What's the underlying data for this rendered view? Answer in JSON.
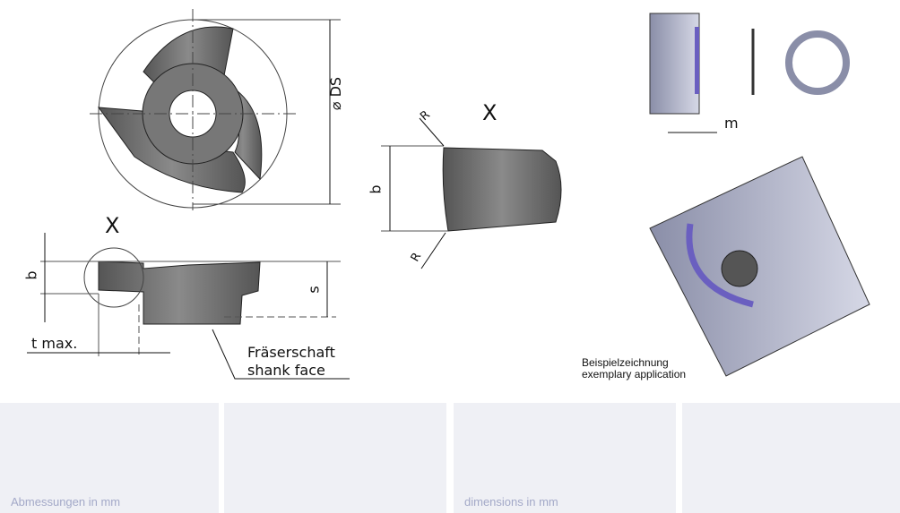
{
  "drawing": {
    "label_ds": "⌀ DS",
    "label_x_left": "X",
    "label_x_detail": "X",
    "label_b_left": "b",
    "label_s": "s",
    "label_tmax": "t max.",
    "label_shank_de": "Fräserschaft",
    "label_shank_en": "shank face",
    "label_r_top": "R",
    "label_r_bottom": "R",
    "label_b_detail": "b",
    "label_m": "m",
    "example_de": "Beispielzeichnung",
    "example_en": "exemplary application"
  },
  "panels": [
    {
      "caption": "Abmessungen in mm"
    },
    {
      "caption": ""
    },
    {
      "caption": "dimensions in mm"
    },
    {
      "caption": ""
    }
  ]
}
